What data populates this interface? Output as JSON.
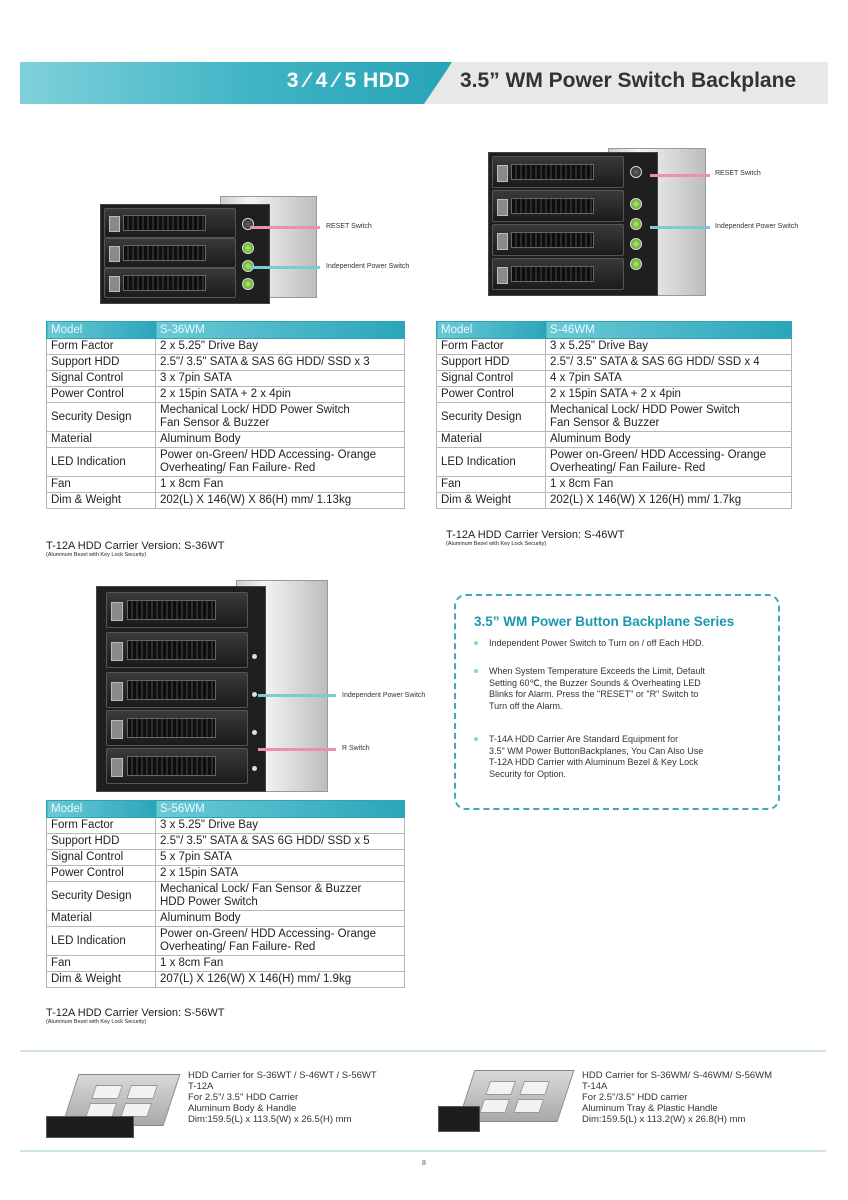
{
  "header": {
    "left": "3 ⁄ 4 ⁄ 5 HDD",
    "right": "3.5” WM Power Switch Backplane"
  },
  "callouts": {
    "reset": "RESET Switch",
    "power": "Independent Power Switch",
    "r": "R Switch"
  },
  "tables": {
    "s36": {
      "model_key": "Model",
      "model": "S-36WM",
      "rows": [
        {
          "k": "Form Factor",
          "v": "2 x 5.25\" Drive Bay"
        },
        {
          "k": "Support HDD",
          "v": "2.5\"/ 3.5\" SATA & SAS 6G HDD/ SSD x 3"
        },
        {
          "k": "Signal Control",
          "v": "3 x 7pin SATA"
        },
        {
          "k": "Power Control",
          "v": "2 x 15pin SATA  + 2 x 4pin"
        },
        {
          "k": "Security Design",
          "v1": "Mechanical Lock/ HDD Power Switch",
          "v2": "Fan Sensor & Buzzer"
        },
        {
          "k": "Material",
          "v": "Aluminum Body"
        },
        {
          "k": "LED Indication",
          "v1": "Power on-Green/ HDD Accessing- Orange",
          "v2": "Overheating/ Fan Failure- Red"
        },
        {
          "k": "Fan",
          "v": "1 x 8cm Fan"
        },
        {
          "k": "Dim & Weight",
          "v": "202(L) X 146(W) X 86(H) mm/ 1.13kg"
        }
      ],
      "version": "T-12A HDD Carrier Version: S-36WT",
      "version_note": "(Aluminum Bezel with Key Lock Security)"
    },
    "s46": {
      "model_key": "Model",
      "model": "S-46WM",
      "rows": [
        {
          "k": "Form Factor",
          "v": "3 x 5.25\" Drive Bay"
        },
        {
          "k": "Support HDD",
          "v": "2.5\"/ 3.5\" SATA & SAS 6G HDD/ SSD x 4"
        },
        {
          "k": "Signal Control",
          "v": "4 x 7pin SATA"
        },
        {
          "k": "Power Control",
          "v": "2 x 15pin SATA  + 2 x 4pin"
        },
        {
          "k": "Security Design",
          "v1": "Mechanical Lock/ HDD Power Switch",
          "v2": "Fan Sensor & Buzzer"
        },
        {
          "k": "Material",
          "v": "Aluminum Body"
        },
        {
          "k": "LED Indication",
          "v1": "Power on-Green/ HDD Accessing- Orange",
          "v2": "Overheating/ Fan Failure- Red"
        },
        {
          "k": "Fan",
          "v": "1 x 8cm Fan"
        },
        {
          "k": "Dim & Weight",
          "v": "202(L) X 146(W) X 126(H) mm/ 1.7kg"
        }
      ],
      "version": "T-12A HDD Carrier Version: S-46WT",
      "version_note": "(Aluminum Bezel with Key Lock Security)"
    },
    "s56": {
      "model_key": "Model",
      "model": "S-56WM",
      "rows": [
        {
          "k": "Form Factor",
          "v": "3 x 5.25\" Drive Bay"
        },
        {
          "k": "Support HDD",
          "v": "2.5\"/ 3.5\" SATA & SAS 6G HDD/ SSD x 5"
        },
        {
          "k": "Signal Control",
          "v": "5 x 7pin SATA"
        },
        {
          "k": "Power Control",
          "v": "2 x 15pin SATA"
        },
        {
          "k": "Security Design",
          "v1": "Mechanical Lock/ Fan Sensor & Buzzer",
          "v2": "HDD Power Switch"
        },
        {
          "k": "Material",
          "v": "Aluminum Body"
        },
        {
          "k": "LED Indication",
          "v1": "Power on-Green/ HDD Accessing- Orange",
          "v2": "Overheating/ Fan Failure- Red"
        },
        {
          "k": "Fan",
          "v": "1 x 8cm Fan"
        },
        {
          "k": "Dim & Weight",
          "v": "207(L) X 126(W) X 146(H) mm/ 1.9kg"
        }
      ],
      "version": "T-12A HDD Carrier Version: S-56WT",
      "version_note": "(Aluminum Bezel with Key Lock Security)"
    }
  },
  "series": {
    "title": "3.5” WM Power Button Backplane Series",
    "bullets": [
      [
        "Independent Power Switch to Turn on / off Each HDD."
      ],
      [
        "When System Temperature Exceeds the  Limit, Default",
        "Setting 60℃, the Buzzer Sounds & Overheating LED",
        "Blinks for Alarm. Press the \"RESET\" or \"R\" Switch to",
        "Turn off the Alarm."
      ],
      [
        "T-14A HDD Carrier Are Standard Equipment for",
        "3.5\" WM Power ButtonBackplanes, You Can Also Use",
        "T-12A HDD Carrier with Aluminum Bezel & Key  Lock",
        "Security for Option."
      ]
    ]
  },
  "carriers": {
    "left": [
      "HDD Carrier for S-36WT / S-46WT / S-56WT",
      "T-12A",
      "For 2.5\"/ 3.5\" HDD Carrier",
      "Aluminum Body & Handle",
      "Dim:159.5(L) x 113.5(W) x 26.5(H) mm"
    ],
    "right": [
      "HDD Carrier for S-36WM/ S-46WM/ S-56WM",
      "T-14A",
      "For 2.5\"/3.5\" HDD carrier",
      "Aluminum Tray & Plastic Handle",
      "Dim:159.5(L) x 113.2(W) x 26.8(H) mm"
    ]
  },
  "page_number": "8",
  "colors": {
    "accent": "#2aa6b9",
    "pink": "#ef8fa8",
    "cyan": "#7ec9d6"
  }
}
